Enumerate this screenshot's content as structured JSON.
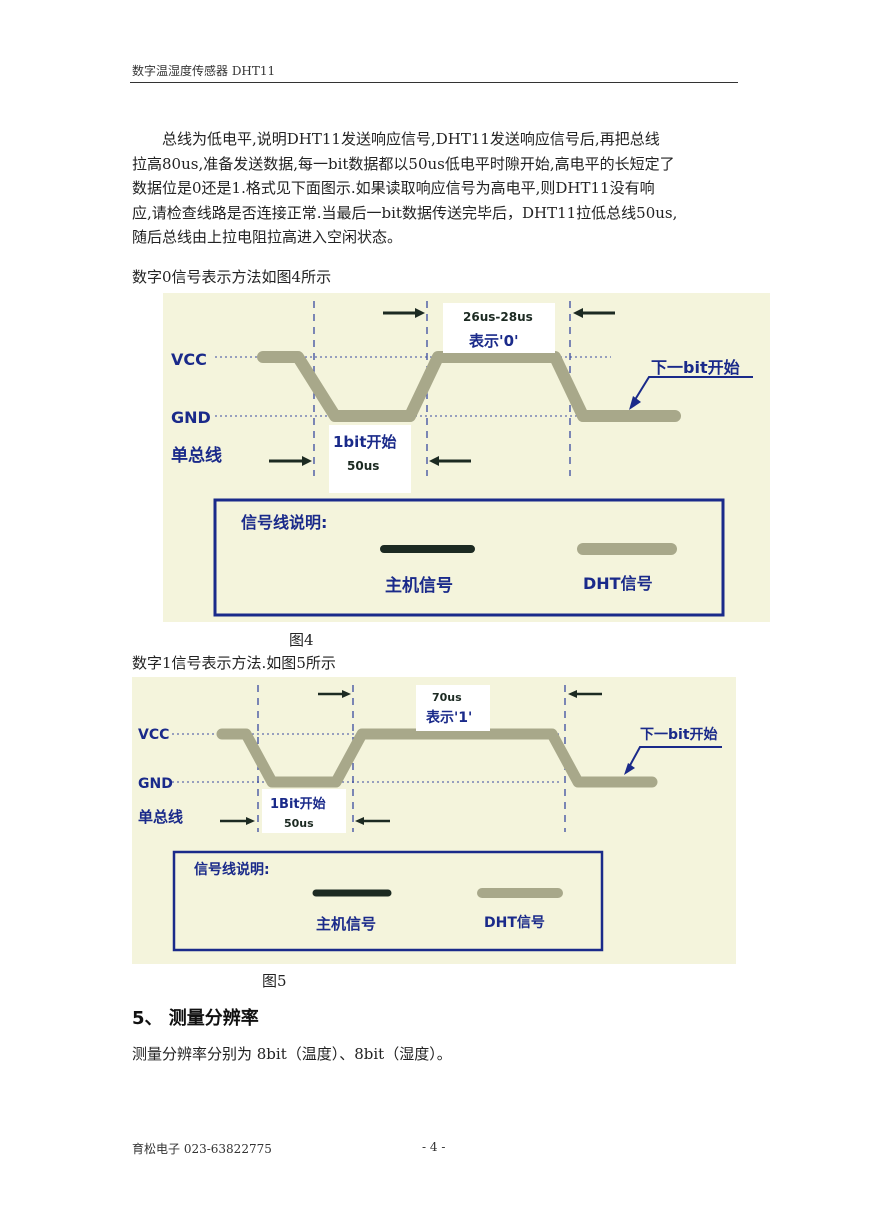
{
  "header": {
    "title": "数字温湿度传感器 DHT11"
  },
  "body": {
    "paragraph_lines": [
      "　　总线为低电平,说明DHT11发送响应信号,DHT11发送响应信号后,再把总线",
      "拉高80us,准备发送数据,每一bit数据都以50us低电平时隙开始,高电平的长短定了",
      "数据位是0还是1.格式见下面图示.如果读取响应信号为高电平,则DHT11没有响",
      "应,请检查线路是否连接正常.当最后一bit数据传送完毕后，DHT11拉低总线50us,",
      "随后总线由上拉电阻拉高进入空闲状态。"
    ],
    "fig4_intro": "数字0信号表示方法如图4所示",
    "fig4_caption": "图4",
    "fig5_intro": "数字1信号表示方法.如图5所示",
    "fig5_caption": "图5"
  },
  "figure4": {
    "vcc": "VCC",
    "gnd": "GND",
    "bus": "单总线",
    "high_time": "26us-28us",
    "meaning": "表示'0'",
    "next_bit": "下一bit开始",
    "bit_start": "1bit开始",
    "low_time": "50us",
    "legend_title": "信号线说明:",
    "legend_host": "主机信号",
    "legend_dht": "DHT信号"
  },
  "figure5": {
    "vcc": "VCC",
    "gnd": "GND",
    "bus": "单总线",
    "high_time": "70us",
    "meaning": "表示'1'",
    "next_bit": "下一bit开始",
    "bit_start": "1Bit开始",
    "low_time": "50us",
    "legend_title": "信号线说明:",
    "legend_host": "主机信号",
    "legend_dht": "DHT信号"
  },
  "colors": {
    "background": "#f4f4dc",
    "dht_signal": "#a8a88a",
    "host_signal": "#1c2a22",
    "legend_border": "#1a2a8a",
    "guide": "#3a4aa0"
  },
  "section": {
    "title": "5、  测量分辨率",
    "body": "测量分辨率分别为  8bit（温度）、8bit（湿度）。"
  },
  "footer": {
    "left": "育松电子 023-63822775",
    "page": "- 4 -"
  }
}
